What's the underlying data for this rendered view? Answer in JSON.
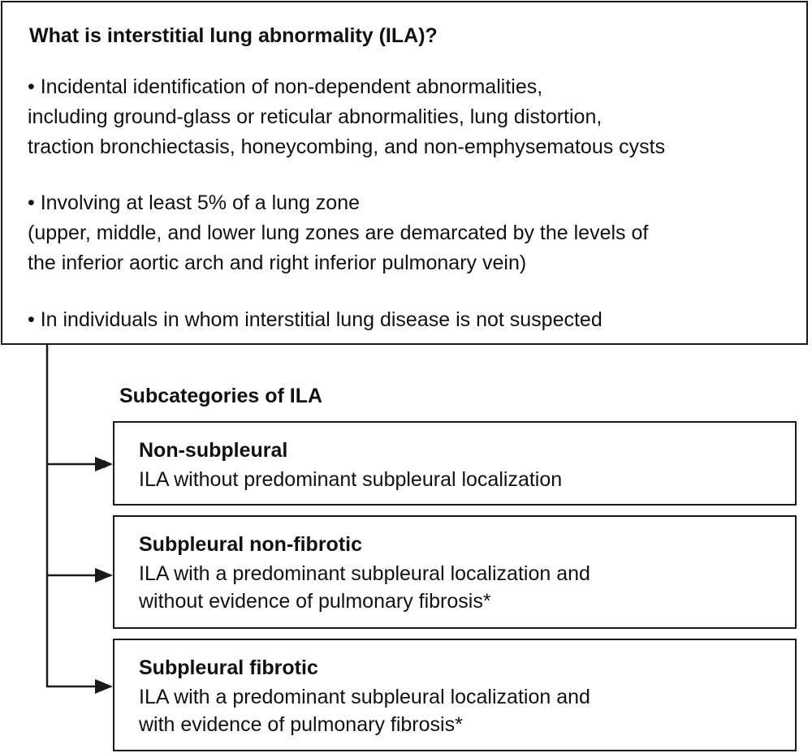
{
  "definition": {
    "title": "What is interstitial lung abnormality (ILA)?",
    "bullets": [
      {
        "lines": [
          "• Incidental identification of non-dependent abnormalities,",
          "including ground-glass or reticular abnormalities, lung distortion,",
          "traction bronchiectasis, honeycombing, and non-emphysematous cysts"
        ]
      },
      {
        "lines": [
          "• Involving at least 5% of a lung zone",
          "(upper, middle, and lower lung zones are demarcated by the levels of",
          "the inferior aortic arch and right inferior pulmonary vein)"
        ]
      },
      {
        "lines": [
          "• In individuals in whom interstitial lung disease is not suspected"
        ]
      }
    ]
  },
  "subcategories": {
    "heading": "Subcategories of ILA",
    "items": [
      {
        "title": "Non-subpleural",
        "lines": [
          "ILA without predominant subpleural localization"
        ]
      },
      {
        "title": "Subpleural non-fibrotic",
        "lines": [
          "ILA with a predominant subpleural localization and",
          "without evidence of pulmonary fibrosis*"
        ]
      },
      {
        "title": "Subpleural fibrotic",
        "lines": [
          "ILA with a predominant subpleural localization and",
          "with evidence of pulmonary fibrosis*"
        ]
      }
    ]
  },
  "colors": {
    "stroke": "#1a1a1a",
    "text": "#111111",
    "background": "#ffffff"
  }
}
